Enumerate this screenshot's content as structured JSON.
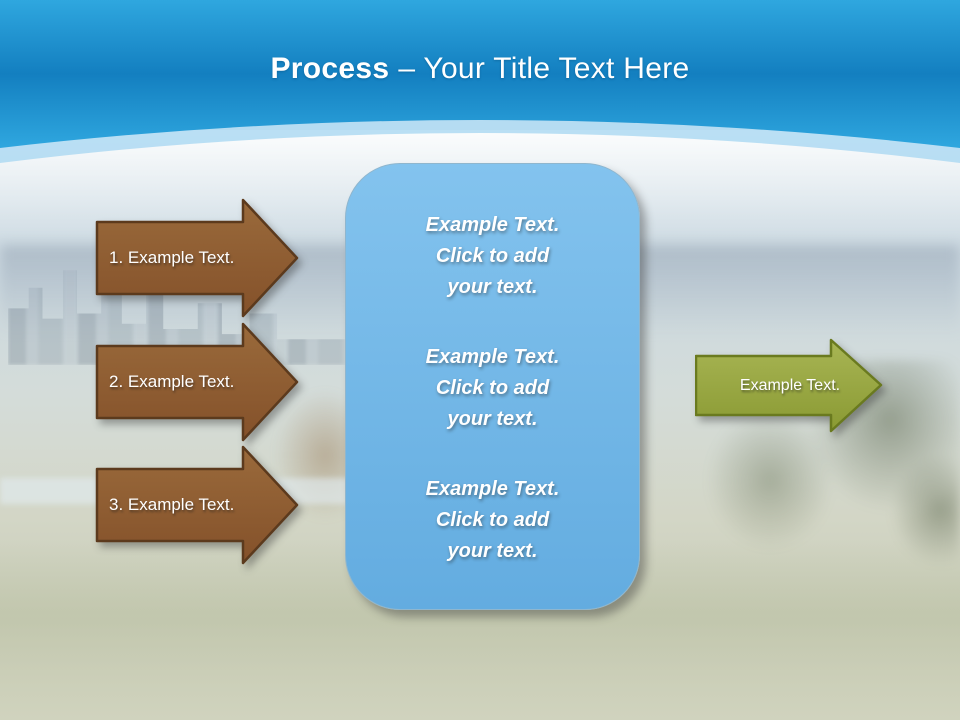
{
  "slide": {
    "title": {
      "bold": "Process",
      "rest": "– Your Title Text Here"
    }
  },
  "arrows": {
    "left": [
      {
        "label": "1. Example Text."
      },
      {
        "label": "2. Example Text."
      },
      {
        "label": "3. Example Text."
      }
    ],
    "right": {
      "label": "Example Text."
    }
  },
  "center_panel": {
    "blocks": [
      [
        "Example Text.",
        "Click  to add",
        "your text."
      ],
      [
        "Example Text.",
        "Click  to add",
        "your text."
      ],
      [
        "Example Text.",
        "Click  to add",
        "your text."
      ]
    ]
  },
  "colors": {
    "header_blue_top": "#2FA7DF",
    "header_blue_mid": "#137FC0",
    "header_glow": "#AED9F2",
    "arrow_brown_light": "#9A6A3B",
    "arrow_brown": "#84512A",
    "arrow_brown_dark": "#5C3A1D",
    "arrow_green_light": "#A8B554",
    "arrow_green": "#8A9A33",
    "arrow_green_dark": "#6A7A1F",
    "panel_blue_light": "#83C3EE",
    "panel_blue": "#63ACE0",
    "panel_border": "#8FB6CE",
    "text_white": "#FFFFFF"
  }
}
